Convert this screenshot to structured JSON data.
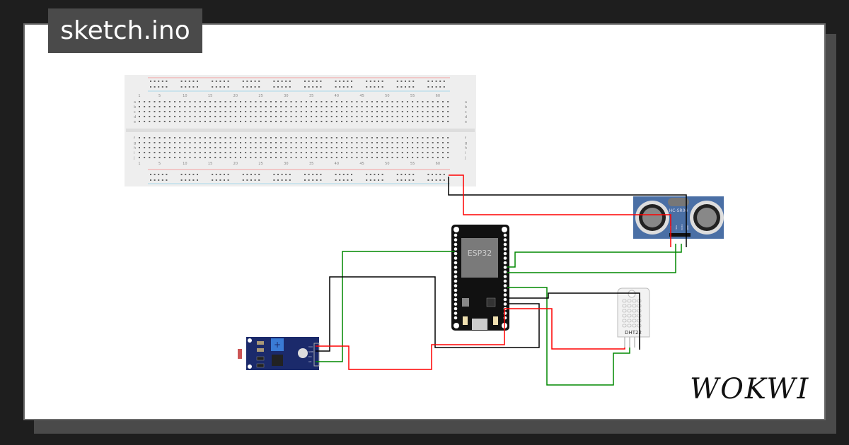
{
  "title": "sketch.ino",
  "logo": "WOKWI",
  "breadboard": {
    "column_labels": [
      "1",
      "5",
      "10",
      "15",
      "20",
      "25",
      "30",
      "35",
      "40",
      "45",
      "50",
      "55",
      "60"
    ],
    "row_labels_top": [
      "a",
      "b",
      "c",
      "d",
      "e"
    ],
    "row_labels_bottom": [
      "f",
      "g",
      "h",
      "i",
      "j"
    ]
  },
  "components": {
    "esp32": {
      "label": "ESP32"
    },
    "ultrasonic": {
      "label": "HC-SR04",
      "pins": [
        "VCC",
        "TRIG",
        "ECHO",
        "GND"
      ]
    },
    "dht": {
      "label": "DHT22"
    },
    "ldr": {
      "pins": [
        "VCC",
        "GND",
        "DO",
        "AO"
      ]
    }
  },
  "colors": {
    "wire_red": "#ff0000",
    "wire_black": "#000000",
    "wire_green": "#008000",
    "pcb_blue": "#4a6fa5",
    "ldr_blue": "#1b2a6b"
  }
}
